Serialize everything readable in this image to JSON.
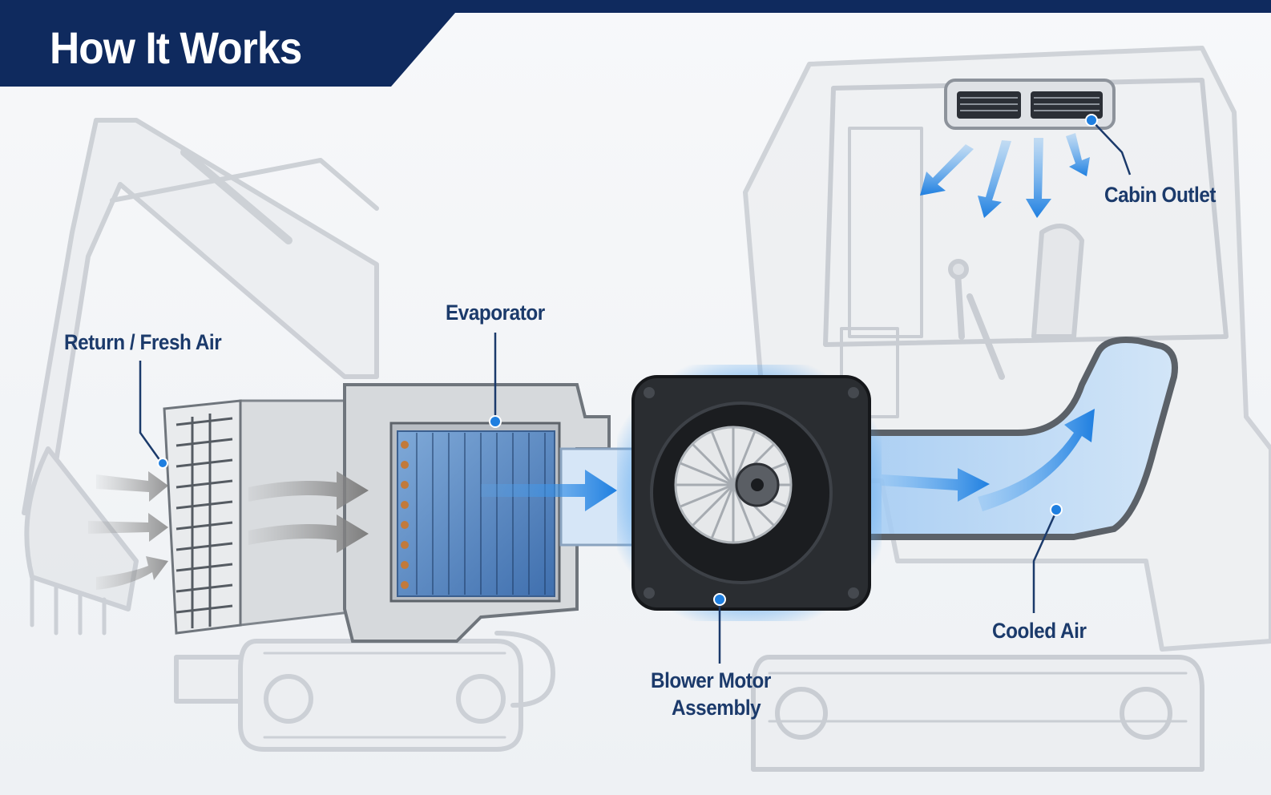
{
  "header": {
    "title": "How It Works"
  },
  "labels": {
    "return_fresh_air": "Return / Fresh Air",
    "evaporator": "Evaporator",
    "blower_motor": [
      "Blower Motor",
      "Assembly"
    ],
    "cabin_outlet": "Cabin Outlet",
    "cooled_air": "Cooled Air"
  },
  "colors": {
    "banner": "#0f2a5e",
    "label_text": "#1b3a6b",
    "airflow_cool": "#2f8fe8",
    "airflow_warm": "#8a8a8a",
    "background": "#f4f6f8"
  },
  "icons": {
    "excavator": "excavator-illustration",
    "filter": "air-filter-grille",
    "evaporator": "evaporator-coil",
    "blower": "blower-fan",
    "vent": "cabin-vent"
  }
}
